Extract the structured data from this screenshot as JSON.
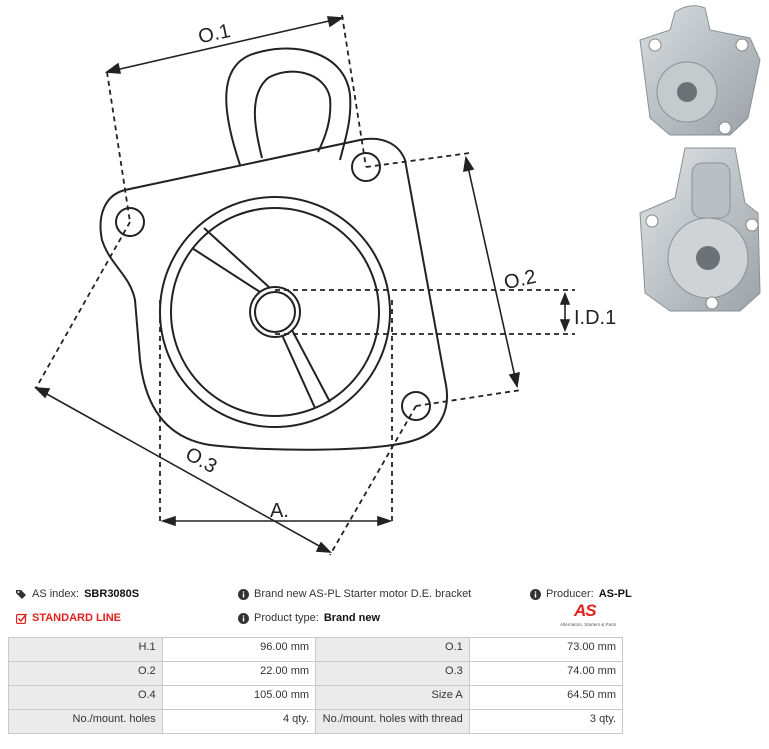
{
  "drawing": {
    "labels": {
      "o1": "O.1",
      "o2": "O.2",
      "o3": "O.3",
      "id1": "I.D.1",
      "a": "A."
    }
  },
  "info": {
    "as_index_label": "AS index:",
    "as_index_value": "SBR3080S",
    "description": "Brand new AS-PL Starter motor D.E. bracket",
    "producer_label": "Producer:",
    "producer_value": "AS-PL",
    "line_label": "STANDARD LINE",
    "product_type_label": "Product type:",
    "product_type_value": "Brand new",
    "logo_text": "AS",
    "logo_sub": "Alternators, Starters & Parts"
  },
  "specs": {
    "rows": [
      {
        "l1": "H.1",
        "v1": "96.00 mm",
        "l2": "O.1",
        "v2": "73.00 mm"
      },
      {
        "l1": "O.2",
        "v1": "22.00 mm",
        "l2": "O.3",
        "v2": "74.00 mm"
      },
      {
        "l1": "O.4",
        "v1": "105.00 mm",
        "l2": "Size A",
        "v2": "64.50 mm"
      },
      {
        "l1": "No./mount. holes",
        "v1": "4 qty.",
        "l2": "No./mount. holes with thread",
        "v2": "3 qty."
      }
    ]
  },
  "colors": {
    "accent_red": "#e0211d",
    "table_label_bg": "#ebebeb"
  },
  "icons": [
    "tags-icon",
    "info-circle-icon",
    "check-square-icon"
  ]
}
